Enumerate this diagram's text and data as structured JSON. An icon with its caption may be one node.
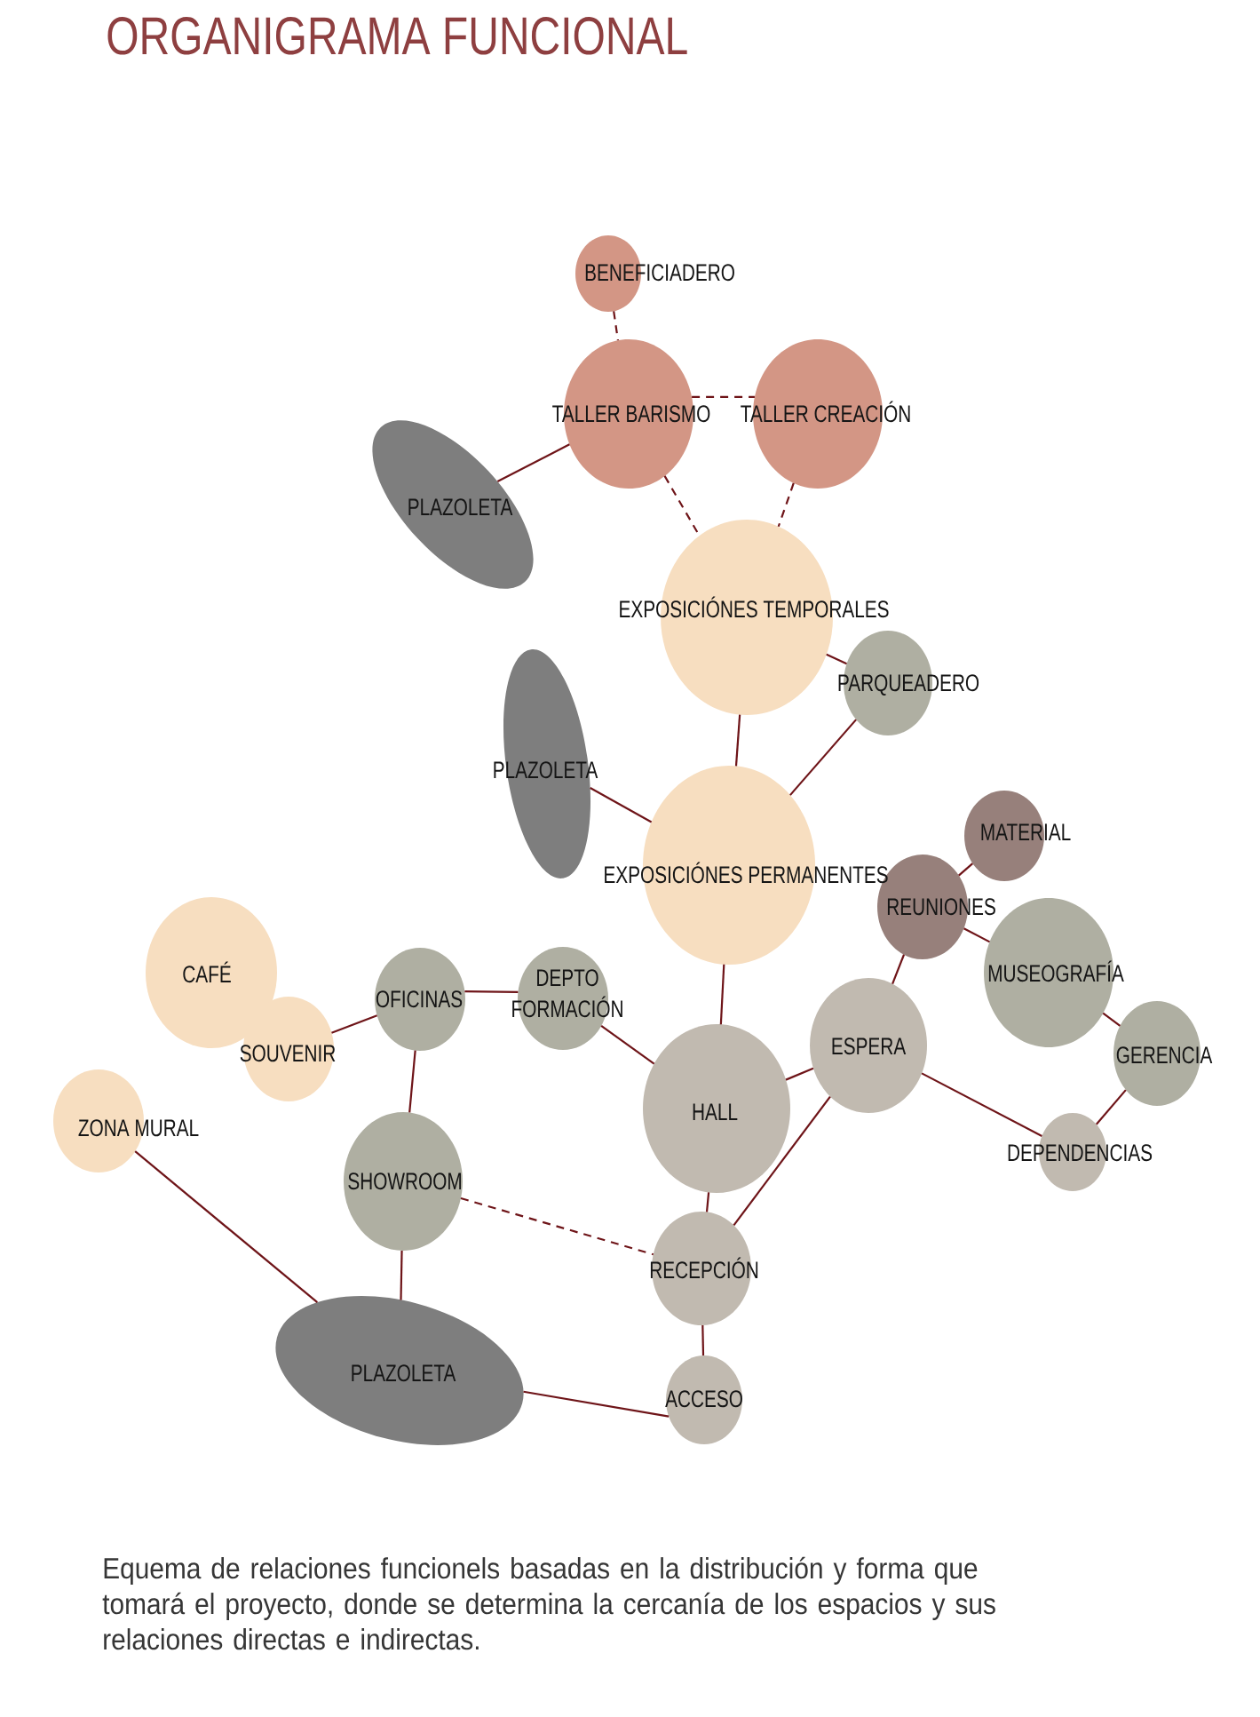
{
  "diagram": {
    "title": "ORGANIGRAMA FUNCIONAL",
    "caption": "Equema de relaciones funcionels basadas en la distribución y forma que tomará el proyecto, donde se determina la cercanía de los espacios y sus relaciones directas e indirectas.",
    "nodes": [
      {
        "text": [
          "BENEFICIADERO"
        ]
      },
      {
        "text": [
          "TALLER BARISMO"
        ]
      },
      {
        "text": [
          "TALLER CREACIÓN"
        ]
      },
      {
        "text": [
          "PLAZOLETA"
        ]
      },
      {
        "text": [
          "EXPOSICIÓNES TEMPORALES"
        ]
      },
      {
        "text": [
          "PARQUEADERO"
        ]
      },
      {
        "text": [
          "PLAZOLETA"
        ]
      },
      {
        "text": [
          "EXPOSICIÓNES PERMANENTES"
        ]
      },
      {
        "text": [
          "MATERIAL"
        ]
      },
      {
        "text": [
          "REUNIONES"
        ]
      },
      {
        "text": [
          "MUSEOGRAFÍA"
        ]
      },
      {
        "text": [
          "CAFÉ"
        ]
      },
      {
        "text": [
          "OFICINAS"
        ]
      },
      {
        "text": [
          "DEPTO FORMACIÓN"
        ]
      },
      {
        "text": [
          "ESPERA"
        ]
      },
      {
        "text": [
          "SOUVENIR"
        ]
      },
      {
        "text": [
          "GERENCIA"
        ]
      },
      {
        "text": [
          "HALL"
        ]
      },
      {
        "text": [
          "ZONA MURAL"
        ]
      },
      {
        "text": [
          "DEPENDENCIAS"
        ]
      },
      {
        "text": [
          "SHOWROOM"
        ]
      },
      {
        "text": [
          "RECEPCIÓN"
        ]
      },
      {
        "text": [
          "PLAZOLETA"
        ]
      },
      {
        "text": [
          "ACCESO"
        ]
      }
    ],
    "edges": [
      {
        "from": 0,
        "to": 1,
        "arrow": "none",
        "style": "dashed"
      },
      {
        "from": 1,
        "to": 2,
        "arrow": "none",
        "style": "dashed"
      },
      {
        "from": 3,
        "to": 1,
        "arrow": "none"
      },
      {
        "from": 1,
        "to": 4,
        "arrow": "none",
        "style": "dashed"
      },
      {
        "from": 2,
        "to": 4,
        "arrow": "none",
        "style": "dashed"
      },
      {
        "from": 4,
        "to": 5,
        "arrow": "none"
      },
      {
        "from": 4,
        "to": 7,
        "arrow": "none"
      },
      {
        "from": 6,
        "to": 7,
        "arrow": "none"
      },
      {
        "from": 5,
        "to": 7,
        "arrow": "none"
      },
      {
        "from": 8,
        "to": 9,
        "arrow": "none"
      },
      {
        "from": 9,
        "to": 10,
        "arrow": "none"
      },
      {
        "from": 9,
        "to": 14,
        "arrow": "none"
      },
      {
        "from": 10,
        "to": 16,
        "arrow": "none"
      },
      {
        "from": 16,
        "to": 19,
        "arrow": "none"
      },
      {
        "from": 14,
        "to": 19,
        "arrow": "none"
      },
      {
        "from": 7,
        "to": 17,
        "arrow": "none"
      },
      {
        "from": 17,
        "to": 14,
        "arrow": "none"
      },
      {
        "from": 13,
        "to": 17,
        "arrow": "none"
      },
      {
        "from": 12,
        "to": 13,
        "arrow": "none"
      },
      {
        "from": 15,
        "to": 12,
        "arrow": "none"
      },
      {
        "from": 12,
        "to": 20,
        "arrow": "none"
      },
      {
        "from": 20,
        "to": 21,
        "arrow": "none",
        "style": "dashed"
      },
      {
        "from": 17,
        "to": 21,
        "arrow": "none"
      },
      {
        "from": 14,
        "to": 21,
        "arrow": "none"
      },
      {
        "from": 21,
        "to": 23,
        "arrow": "none"
      },
      {
        "from": 22,
        "to": 23,
        "arrow": "none"
      },
      {
        "from": 20,
        "to": 22,
        "arrow": "none"
      },
      {
        "from": 18,
        "to": 22,
        "arrow": "none"
      }
    ]
  }
}
